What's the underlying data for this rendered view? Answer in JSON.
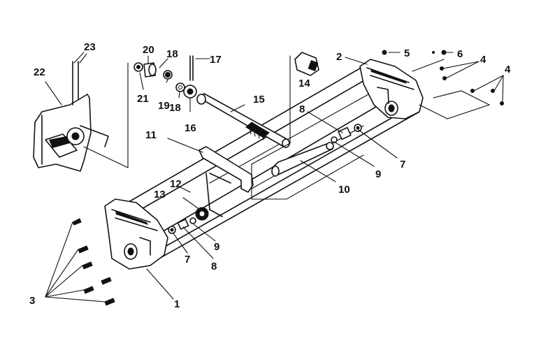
{
  "labels": {
    "p1": "1",
    "p2": "2",
    "p3": "3",
    "p4a": "4",
    "p4b": "4",
    "p5": "5",
    "p6": "6",
    "p7a": "7",
    "p7b": "7",
    "p8a": "8",
    "p8b": "8",
    "p9a": "9",
    "p9b": "9",
    "p10": "10",
    "p11": "11",
    "p12": "12",
    "p13": "13",
    "p14": "14",
    "p15": "15",
    "p16": "16",
    "p17": "17",
    "p18a": "18",
    "p18b": "18",
    "p19": "19",
    "p20": "20",
    "p21": "21",
    "p22": "22",
    "p23": "23"
  }
}
